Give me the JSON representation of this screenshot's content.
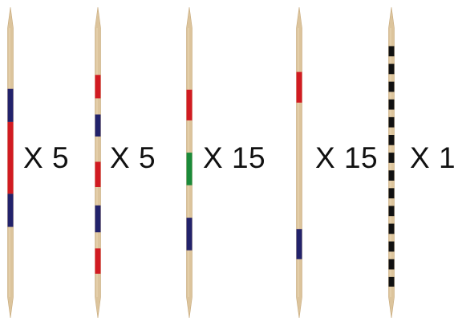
{
  "colors": {
    "wood": "#dcc49c",
    "wood_shade": "#c7a97b",
    "red": "#d11b22",
    "blue": "#22226b",
    "green": "#1a8a3a",
    "black": "#111111",
    "label": "#111111"
  },
  "sticks": [
    {
      "count_label": "X 5",
      "bands": [
        {
          "color": "blue",
          "from": 0.226,
          "to": 0.349
        },
        {
          "color": "red",
          "from": 0.349,
          "to": 0.616
        },
        {
          "color": "blue",
          "from": 0.616,
          "to": 0.739
        }
      ]
    },
    {
      "count_label": "X 5",
      "bands": [
        {
          "color": "red",
          "from": 0.174,
          "to": 0.261
        },
        {
          "color": "blue",
          "from": 0.321,
          "to": 0.403
        },
        {
          "color": "red",
          "from": 0.497,
          "to": 0.591
        },
        {
          "color": "blue",
          "from": 0.659,
          "to": 0.759
        },
        {
          "color": "red",
          "from": 0.819,
          "to": 0.913
        }
      ]
    },
    {
      "count_label": "X 15",
      "bands": [
        {
          "color": "red",
          "from": 0.229,
          "to": 0.343
        },
        {
          "color": "green",
          "from": 0.463,
          "to": 0.584
        },
        {
          "color": "blue",
          "from": 0.705,
          "to": 0.826
        }
      ]
    },
    {
      "count_label": "X 15",
      "bands": [
        {
          "color": "red",
          "from": 0.163,
          "to": 0.277
        },
        {
          "color": "blue",
          "from": 0.747,
          "to": 0.859
        }
      ]
    },
    {
      "count_label": "X 1",
      "bands": [
        {
          "color": "black",
          "from": 0.067,
          "to": 0.105
        },
        {
          "color": "black",
          "from": 0.133,
          "to": 0.171
        },
        {
          "color": "black",
          "from": 0.199,
          "to": 0.237
        },
        {
          "color": "black",
          "from": 0.265,
          "to": 0.303
        },
        {
          "color": "black",
          "from": 0.331,
          "to": 0.369
        },
        {
          "color": "black",
          "from": 0.397,
          "to": 0.435
        },
        {
          "color": "black",
          "from": 0.463,
          "to": 0.501
        },
        {
          "color": "black",
          "from": 0.529,
          "to": 0.567
        },
        {
          "color": "black",
          "from": 0.595,
          "to": 0.633
        },
        {
          "color": "black",
          "from": 0.661,
          "to": 0.699
        },
        {
          "color": "black",
          "from": 0.727,
          "to": 0.765
        },
        {
          "color": "black",
          "from": 0.793,
          "to": 0.831
        },
        {
          "color": "black",
          "from": 0.859,
          "to": 0.897
        },
        {
          "color": "black",
          "from": 0.925,
          "to": 0.961
        }
      ]
    }
  ]
}
